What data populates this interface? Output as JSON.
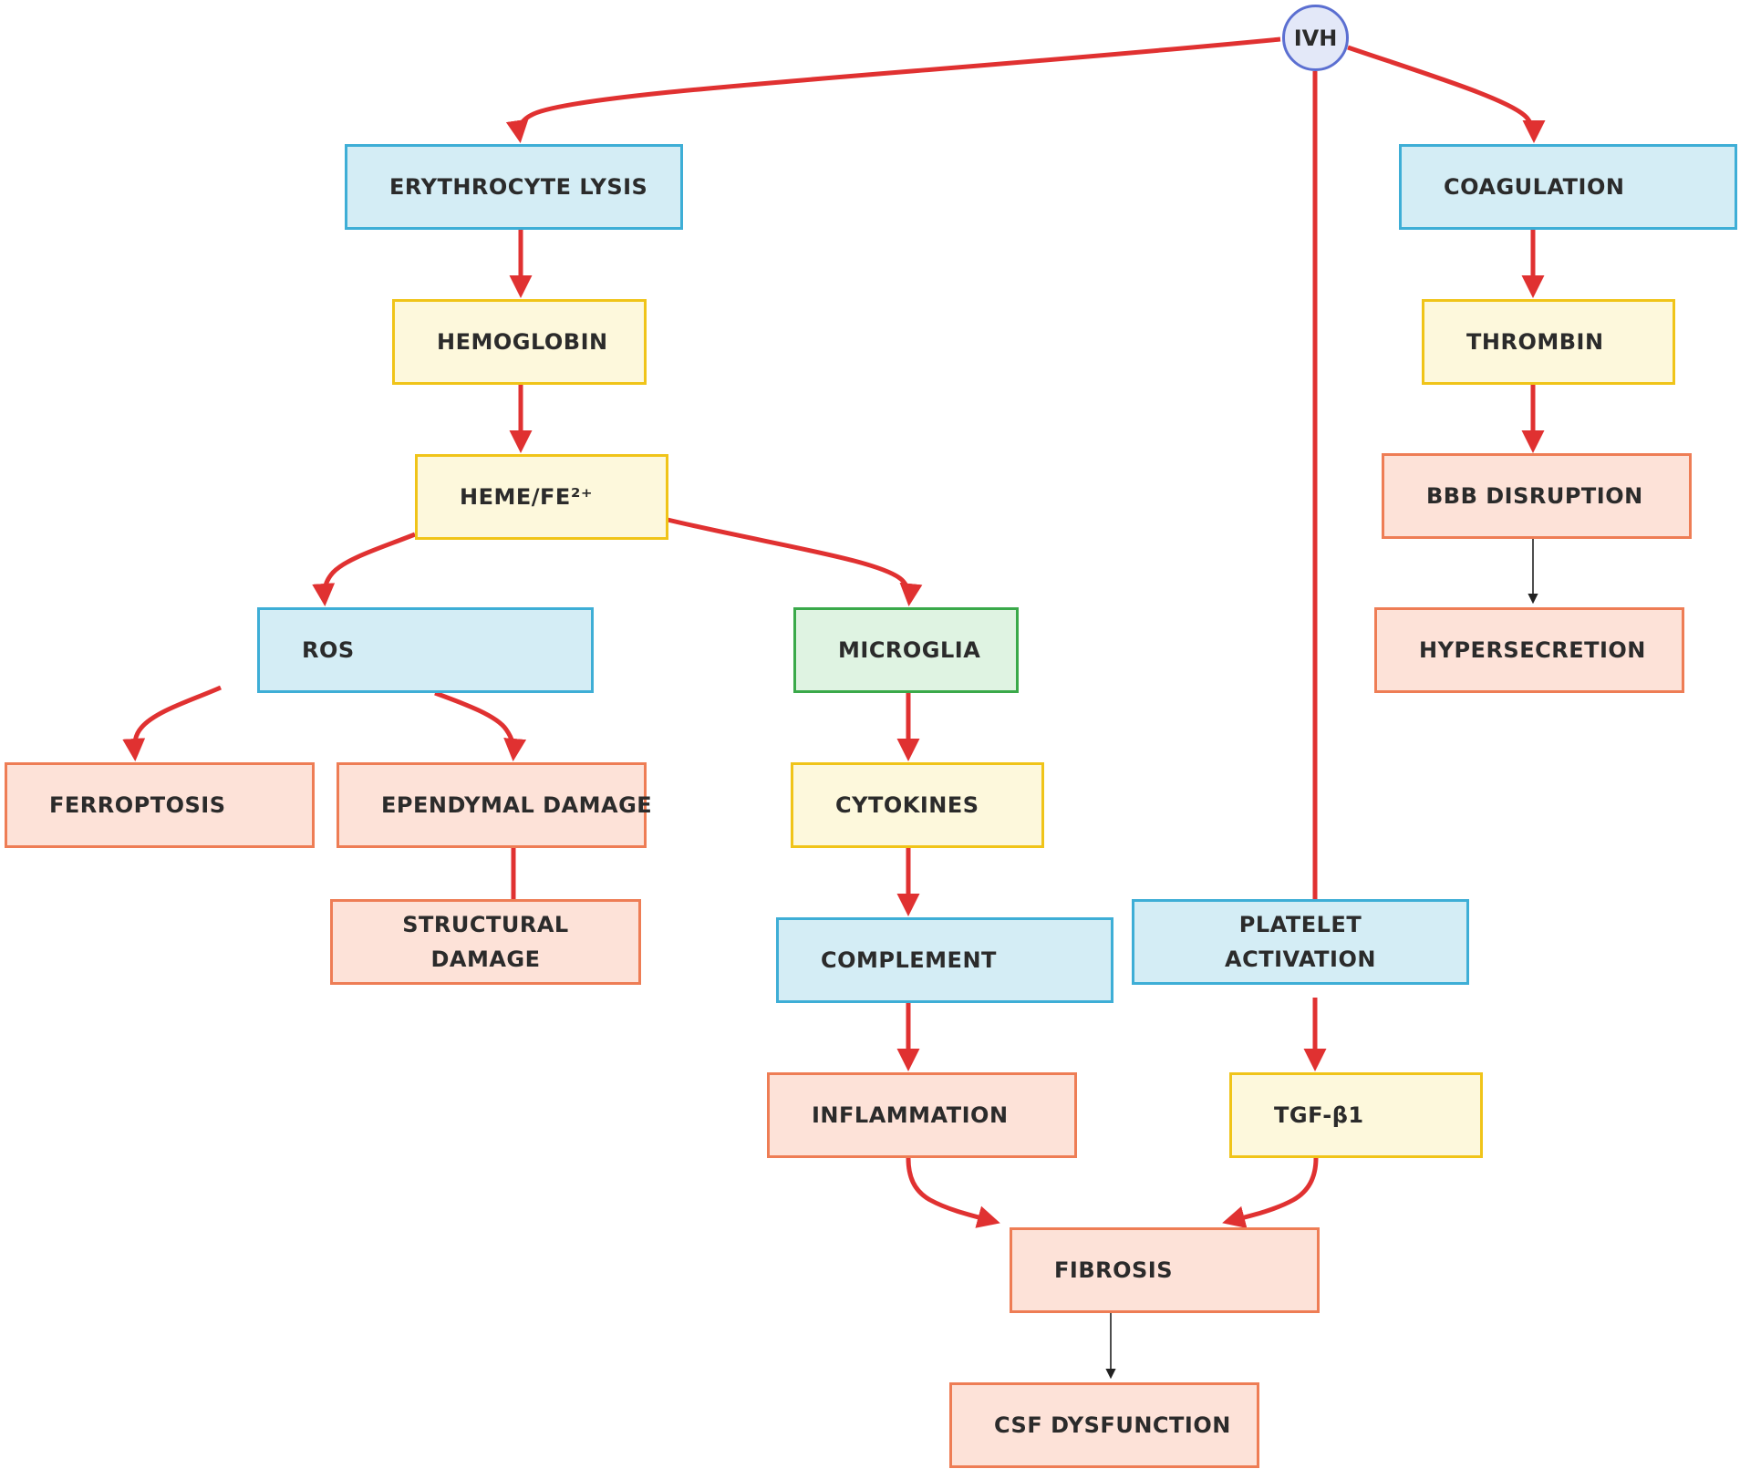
{
  "colors": {
    "edge_red": "#e03131",
    "edge_black": "#222222",
    "blue_fill": "#d4edf5",
    "blue_border": "#3eaed6",
    "yellow_fill": "#fdf8dc",
    "yellow_border": "#f0c419",
    "green_fill": "#dff3e2",
    "green_border": "#3aa94a",
    "peach_fill": "#fde2d8",
    "peach_border": "#ee7d55",
    "root_fill": "#e3e8f8",
    "root_border": "#5b6fd1"
  },
  "nodes": {
    "ivh": "IVH",
    "erythrocyte_lysis": "ERYTHROCYTE LYSIS",
    "hemoglobin": "HEMOGLOBIN",
    "heme_fe": "HEME/FE²⁺",
    "ros": "ROS",
    "microglia": "MICROGLIA",
    "ferroptosis": "FERROPTOSIS",
    "ependymal_damage": "EPENDYMAL DAMAGE",
    "structural_damage_line1": "STRUCTURAL",
    "structural_damage_line2": "DAMAGE",
    "cytokines": "CYTOKINES",
    "complement": "COMPLEMENT",
    "inflammation": "INFLAMMATION",
    "coagulation": "COAGULATION",
    "thrombin": "THROMBIN",
    "bbb_disruption": "BBB DISRUPTION",
    "hypersecretion": "HYPERSECRETION",
    "platelet_activation_line1": "PLATELET",
    "platelet_activation_line2": "ACTIVATION",
    "tgf_b1": "TGF-β1",
    "fibrosis": "FIBROSIS",
    "csf_dysfunction": "CSF DYSFUNCTION"
  },
  "edges": [
    {
      "from": "IVH",
      "to": "ERYTHROCYTE LYSIS",
      "color": "red"
    },
    {
      "from": "IVH",
      "to": "COAGULATION",
      "color": "red"
    },
    {
      "from": "IVH",
      "to": "PLATELET ACTIVATION",
      "color": "red"
    },
    {
      "from": "ERYTHROCYTE LYSIS",
      "to": "HEMOGLOBIN",
      "color": "red"
    },
    {
      "from": "HEMOGLOBIN",
      "to": "HEME/FE²⁺",
      "color": "red"
    },
    {
      "from": "HEME/FE²⁺",
      "to": "ROS",
      "color": "red"
    },
    {
      "from": "HEME/FE²⁺",
      "to": "MICROGLIA",
      "color": "red"
    },
    {
      "from": "ROS",
      "to": "FERROPTOSIS",
      "color": "red"
    },
    {
      "from": "ROS",
      "to": "EPENDYMAL DAMAGE",
      "color": "red"
    },
    {
      "from": "EPENDYMAL DAMAGE",
      "to": "STRUCTURAL DAMAGE",
      "color": "red"
    },
    {
      "from": "MICROGLIA",
      "to": "CYTOKINES",
      "color": "red"
    },
    {
      "from": "CYTOKINES",
      "to": "COMPLEMENT",
      "color": "red"
    },
    {
      "from": "COMPLEMENT",
      "to": "INFLAMMATION",
      "color": "red"
    },
    {
      "from": "INFLAMMATION",
      "to": "FIBROSIS",
      "color": "red"
    },
    {
      "from": "COAGULATION",
      "to": "THROMBIN",
      "color": "red"
    },
    {
      "from": "THROMBIN",
      "to": "BBB DISRUPTION",
      "color": "red"
    },
    {
      "from": "BBB DISRUPTION",
      "to": "HYPERSECRETION",
      "color": "black"
    },
    {
      "from": "PLATELET ACTIVATION",
      "to": "TGF-β1",
      "color": "red"
    },
    {
      "from": "TGF-β1",
      "to": "FIBROSIS",
      "color": "red"
    },
    {
      "from": "FIBROSIS",
      "to": "CSF DYSFUNCTION",
      "color": "black"
    }
  ]
}
